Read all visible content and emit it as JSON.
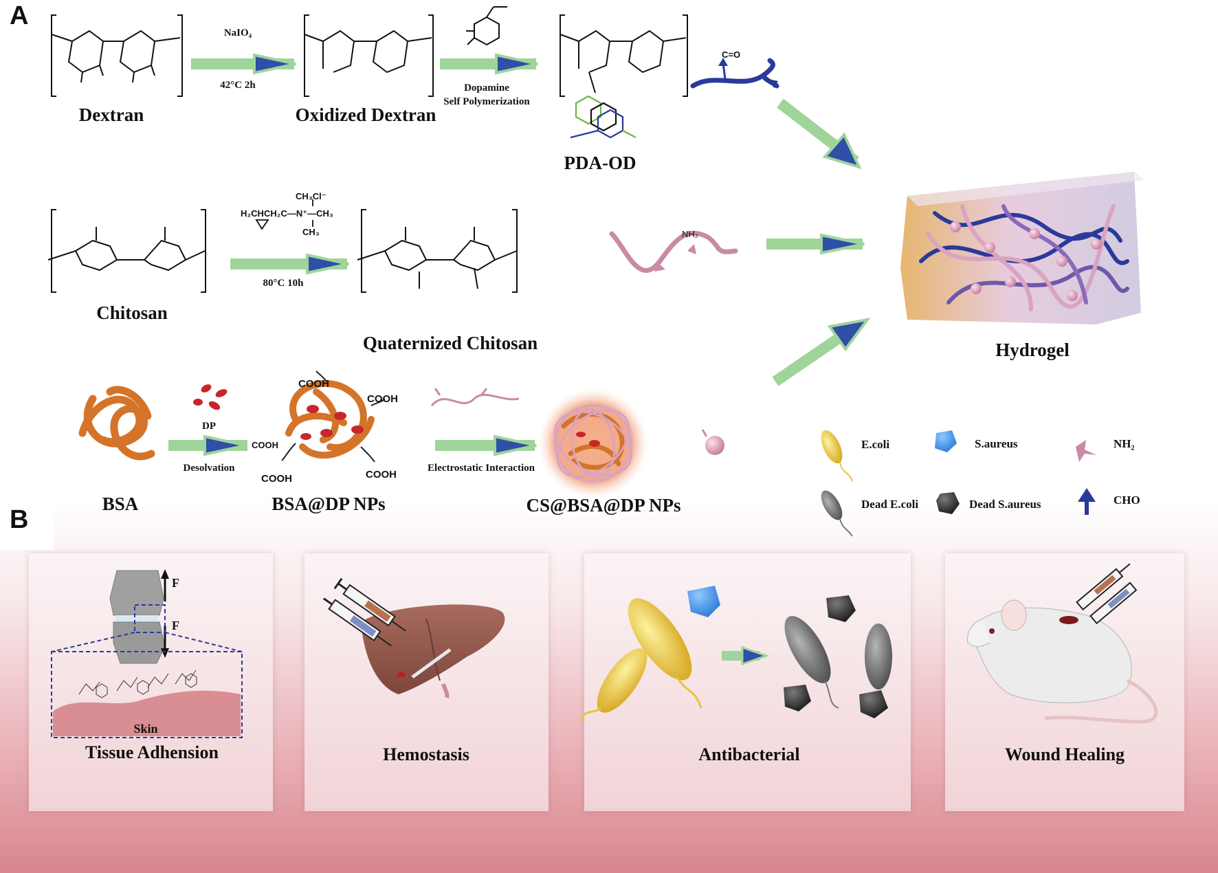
{
  "panel_a": {
    "letter": "A",
    "row1": {
      "dextran": "Dextran",
      "oxidized_dextran": "Oxidized Dextran",
      "pda_od": "PDA-OD",
      "step1_reagent": "NaIO₄",
      "step1_condition": "42°C 2h",
      "step2_reagent": "Dopamine",
      "step2_condition": "Self Polymerization",
      "aldehyde_label": "C=O"
    },
    "row2": {
      "chitosan": "Chitosan",
      "quaternized_chitosan": "Quaternized Chitosan",
      "reagent": "H₂CHCH₂C—N⁺—CH₃",
      "reagent_top": "CH₃Cl⁻",
      "reagent_bottom": "CH₃",
      "condition": "80°C 10h",
      "amine_label": "NH₂"
    },
    "row3": {
      "bsa": "BSA",
      "dp_label": "DP",
      "desolvation": "Desolvation",
      "bsa_dp": "BSA@DP NPs",
      "cooh": "COOH",
      "electrostatic": "Electrostatic Interaction",
      "cs_bsa_dp": "CS@BSA@DP NPs"
    },
    "hydrogel": "Hydrogel",
    "legend": {
      "ecoli": "E.coli",
      "saureus": "S.aureus",
      "nh2": "NH₂",
      "dead_ecoli": "Dead E.coli",
      "dead_saureus": "Dead S.aureus",
      "cho": "CHO"
    }
  },
  "panel_b": {
    "letter": "B",
    "cards": [
      {
        "title": "Tissue Adhension",
        "skin_label": "Skin",
        "force_label": "F"
      },
      {
        "title": "Hemostasis"
      },
      {
        "title": "Antibacterial"
      },
      {
        "title": "Wound Healing"
      }
    ]
  },
  "colors": {
    "arrow_green": "#9fd49a",
    "arrow_head": "#2f4fa8",
    "bsa_orange": "#d4742a",
    "cs_pink": "#d9a3b8",
    "pda_green": "#6fb53f",
    "pda_blue": "#2a3a9a",
    "bacteria_yellow": "#e8c53a",
    "dead_gray": "#6e6e6e",
    "saureus_blue": "#3f8fe0",
    "liver": "#9a5a4e"
  }
}
